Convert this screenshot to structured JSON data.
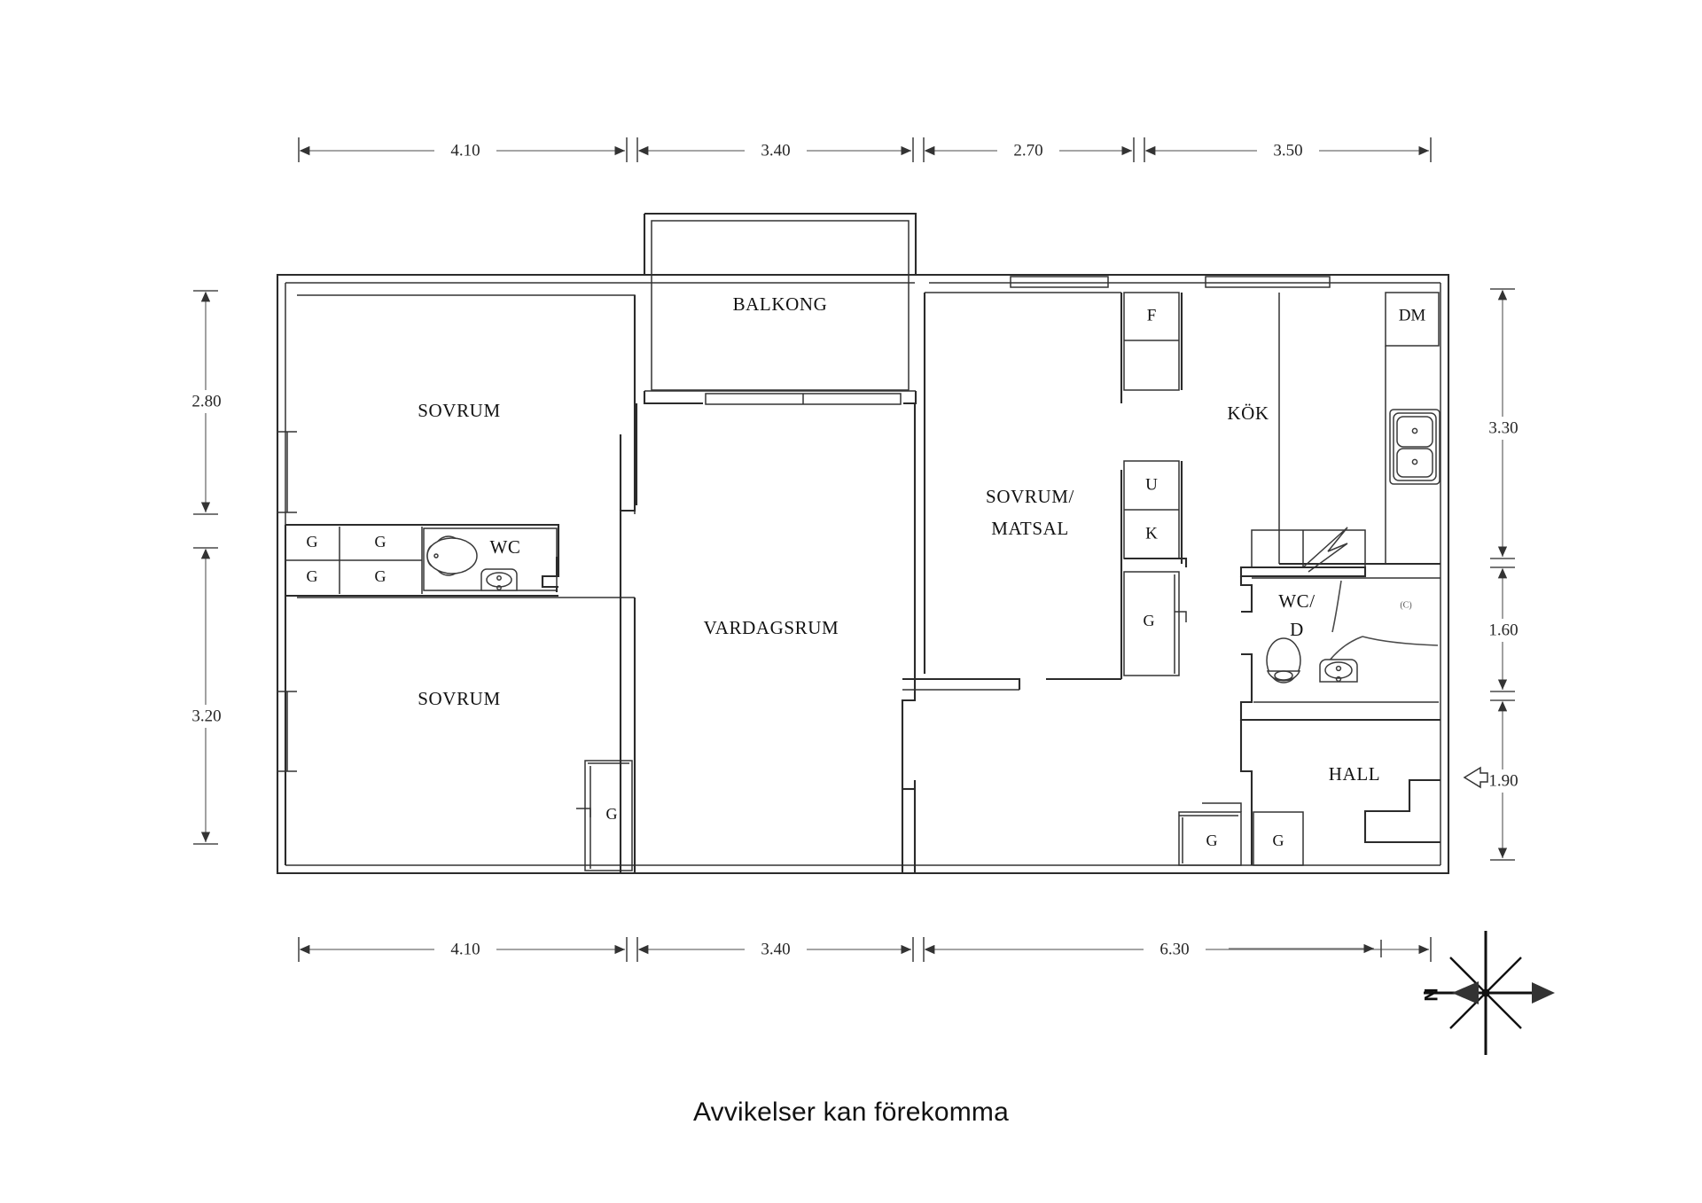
{
  "document": {
    "type": "floor-plan",
    "language": "sv",
    "footer_note": "Avvikelser kan förekomma",
    "background_color": "#ffffff",
    "line_color": "#2b2b2b",
    "dimension_color": "#6f6f6f"
  },
  "rooms": [
    {
      "id": "sovrum-top-left",
      "label": "SOVRUM"
    },
    {
      "id": "sovrum-bottom-left",
      "label": "SOVRUM"
    },
    {
      "id": "balkong",
      "label": "BALKONG"
    },
    {
      "id": "vardagsrum",
      "label": "VARDAGSRUM"
    },
    {
      "id": "sovrum-matsal",
      "label_line1": "SOVRUM/",
      "label_line2": "MATSAL"
    },
    {
      "id": "kok",
      "label": "KÖK"
    },
    {
      "id": "wc",
      "label": "WC"
    },
    {
      "id": "wc-d",
      "label_line1": "WC/",
      "label_line2": "D"
    },
    {
      "id": "hall",
      "label": "HALL"
    }
  ],
  "appliances": [
    {
      "id": "fridge",
      "label": "F",
      "meaning": "kyl/frys"
    },
    {
      "id": "dishwasher",
      "label": "DM",
      "meaning": "diskmaskin"
    },
    {
      "id": "oven",
      "label": "U",
      "meaning": "ugn"
    },
    {
      "id": "stove",
      "label": "K",
      "meaning": "kyl"
    }
  ],
  "closets": [
    {
      "id": "closet-wc-1",
      "label": "G"
    },
    {
      "id": "closet-wc-2",
      "label": "G"
    },
    {
      "id": "closet-wc-3",
      "label": "G"
    },
    {
      "id": "closet-wc-4",
      "label": "G"
    },
    {
      "id": "closet-vardagsrum",
      "label": "G"
    },
    {
      "id": "closet-matsal",
      "label": "G"
    },
    {
      "id": "closet-hall-1",
      "label": "G"
    },
    {
      "id": "closet-hall-2",
      "label": "G"
    }
  ],
  "annotations": {
    "shower_mark": "(C)"
  },
  "dimensions": {
    "top": [
      {
        "value": "4.10",
        "unit": "m"
      },
      {
        "value": "3.40",
        "unit": "m"
      },
      {
        "value": "2.70",
        "unit": "m"
      },
      {
        "value": "3.50",
        "unit": "m"
      }
    ],
    "bottom": [
      {
        "value": "4.10",
        "unit": "m"
      },
      {
        "value": "3.40",
        "unit": "m"
      },
      {
        "value": "6.30",
        "unit": "m"
      }
    ],
    "left": [
      {
        "value": "2.80",
        "unit": "m"
      },
      {
        "value": "3.20",
        "unit": "m"
      }
    ],
    "right": [
      {
        "value": "3.30",
        "unit": "m"
      },
      {
        "value": "1.60",
        "unit": "m"
      },
      {
        "value": "1.90",
        "unit": "m"
      }
    ]
  },
  "compass": {
    "label": "N",
    "orientation": "north-points-left"
  },
  "entrance": {
    "indicator": "arrow",
    "direction": "left",
    "position": "right-side-of-hall"
  }
}
